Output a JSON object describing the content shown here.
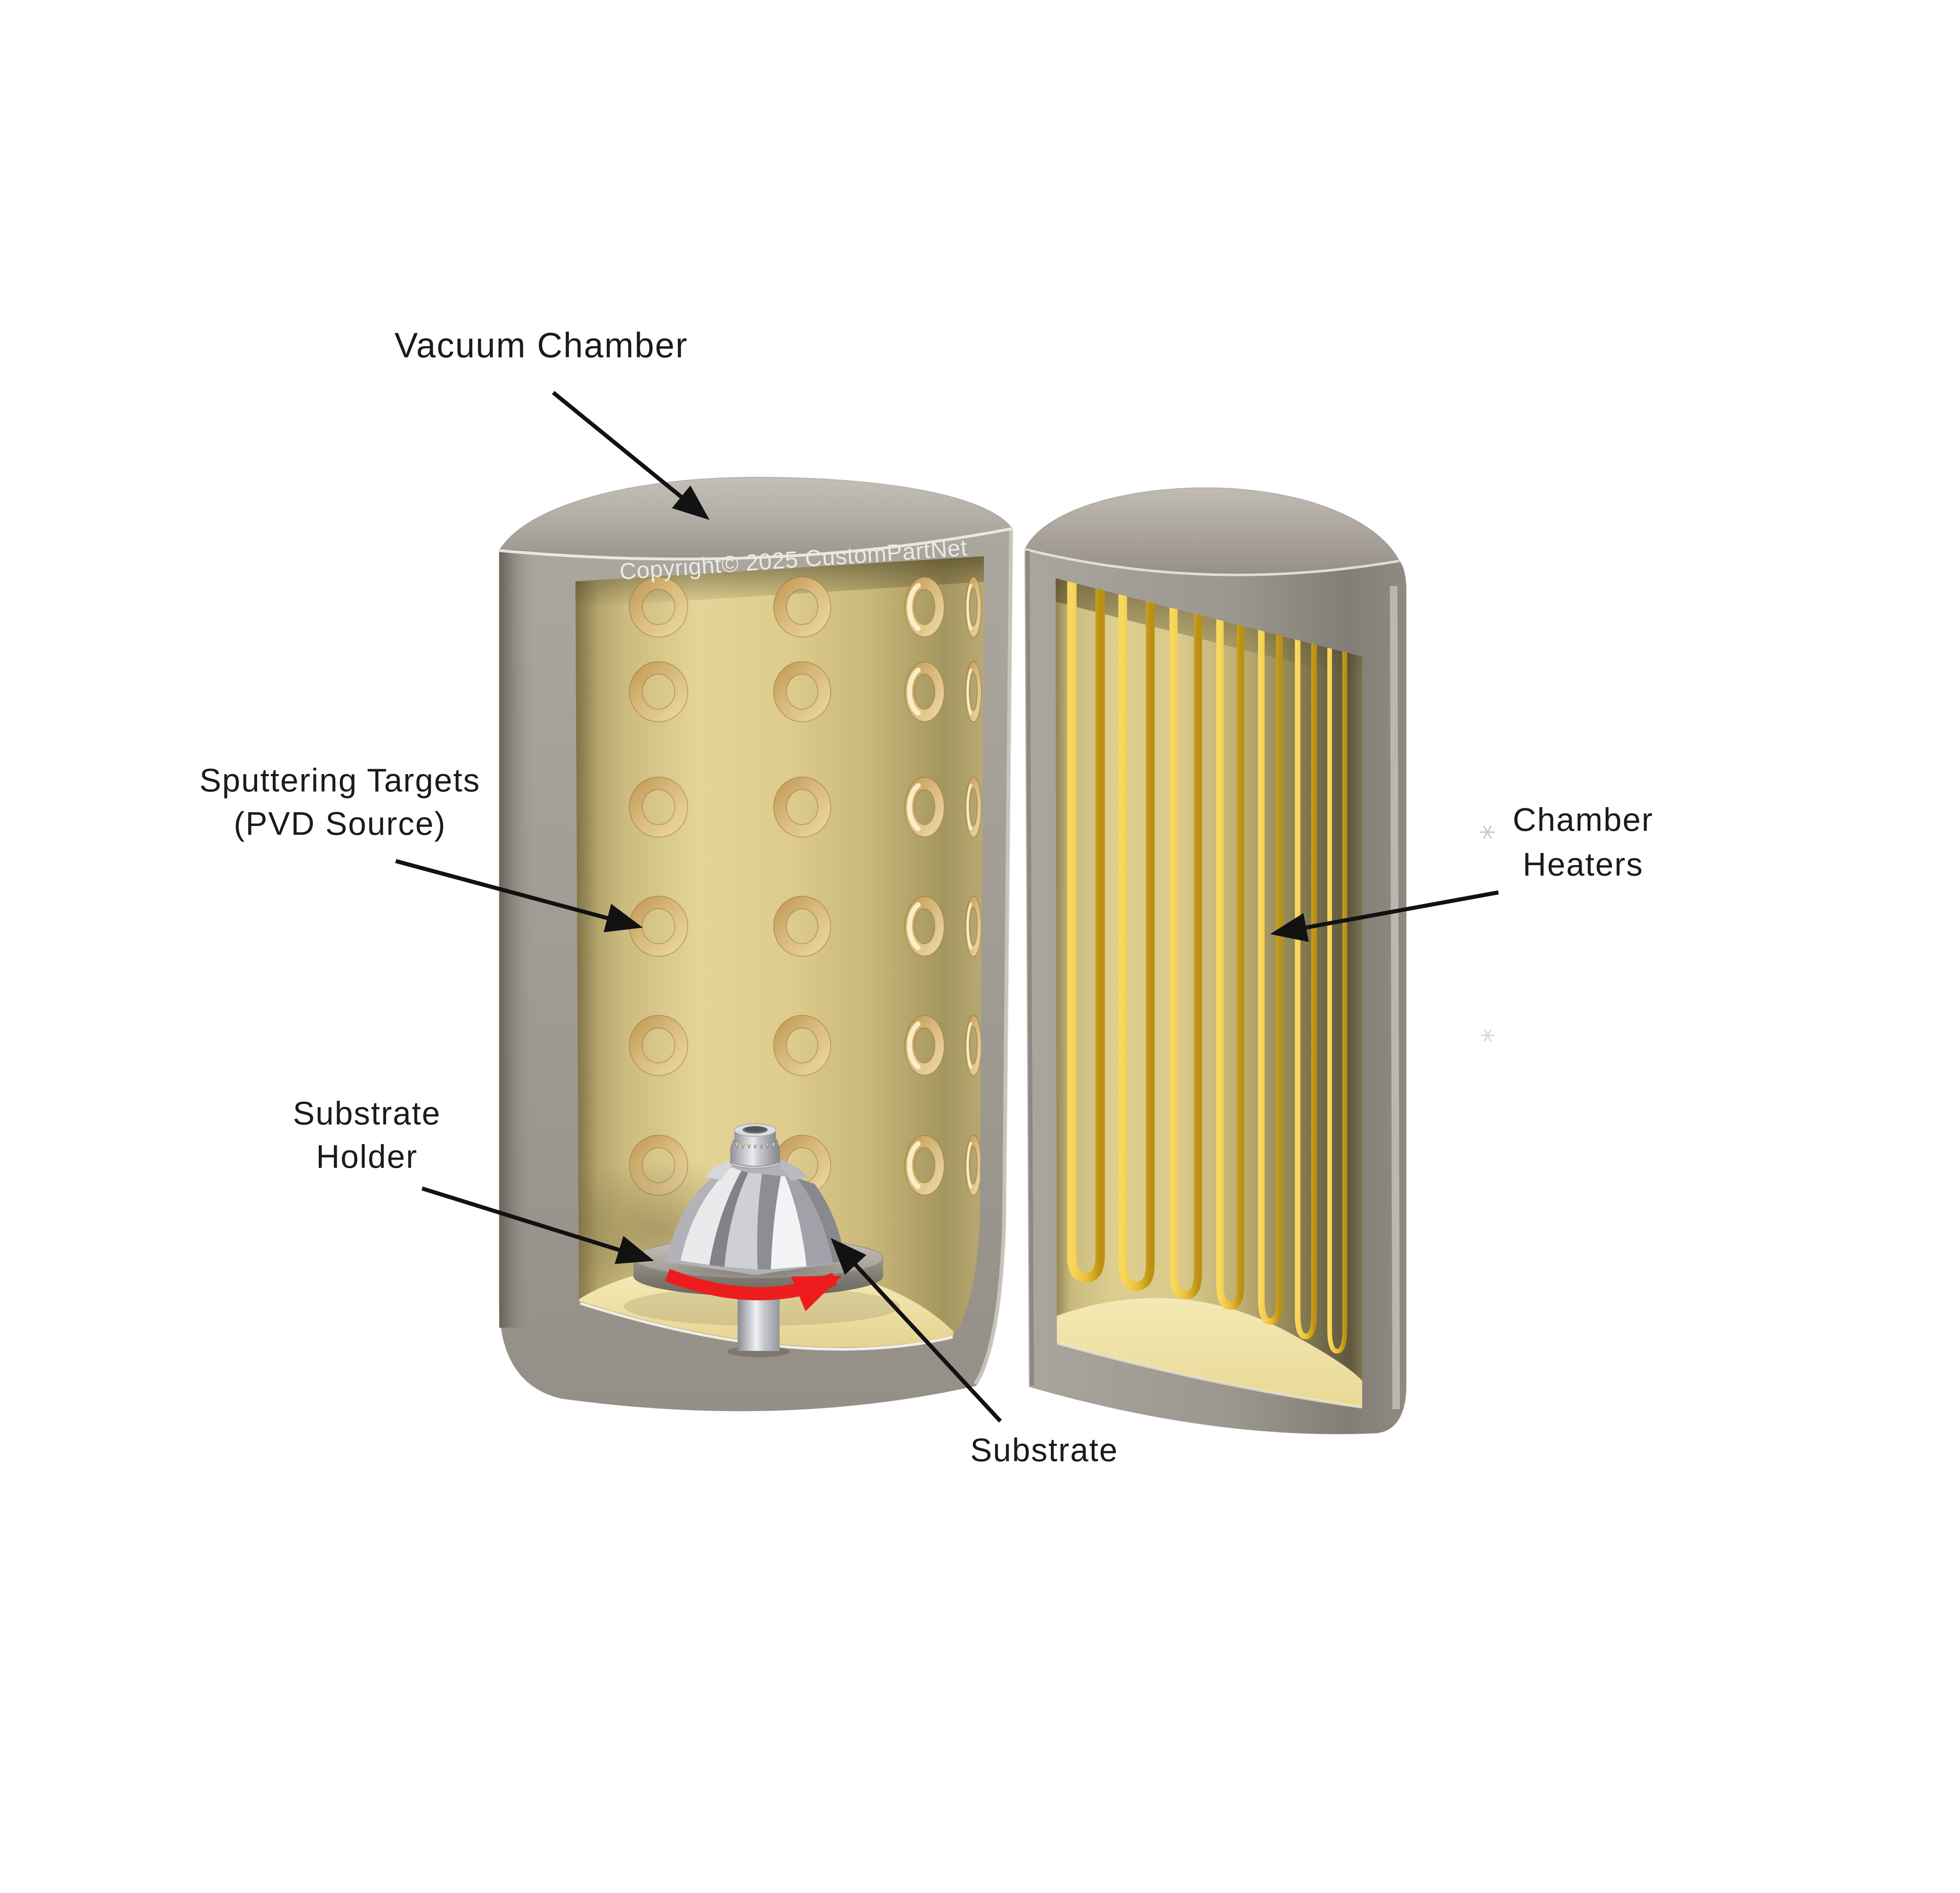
{
  "watermark": {
    "text": "Copyright© 2025 CustomPartNet"
  },
  "labels": {
    "vacuum_chamber": {
      "text": "Vacuum Chamber"
    },
    "sputtering_targets": {
      "line1": "Sputtering Targets",
      "line2": "(PVD Source)"
    },
    "chamber_heaters": {
      "line1": "Chamber",
      "line2": "Heaters"
    },
    "substrate_holder": {
      "line1": "Substrate",
      "line2": "Holder"
    },
    "substrate": {
      "text": "Substrate"
    }
  },
  "colors": {
    "background": "#ffffff",
    "label_text": "#1b1b1b",
    "annotation_arrow": "#121212",
    "rotation_arrow_red": "#ee1d1d",
    "chamber_shell_gray": "#a7a29a",
    "chamber_shell_dark": "#6f6b64",
    "inner_wall_tan": "#ddcc8e",
    "floor_cream": "#f2e5ab",
    "target_ring_gold": "#d9b97c",
    "heater_coil_gold": "#edc032",
    "substrate_metal_silver": "#d9dadc",
    "watermark_text": "#ebe9e4"
  },
  "artifacts": {
    "sparkle_glyph": "✳",
    "count": 2
  }
}
